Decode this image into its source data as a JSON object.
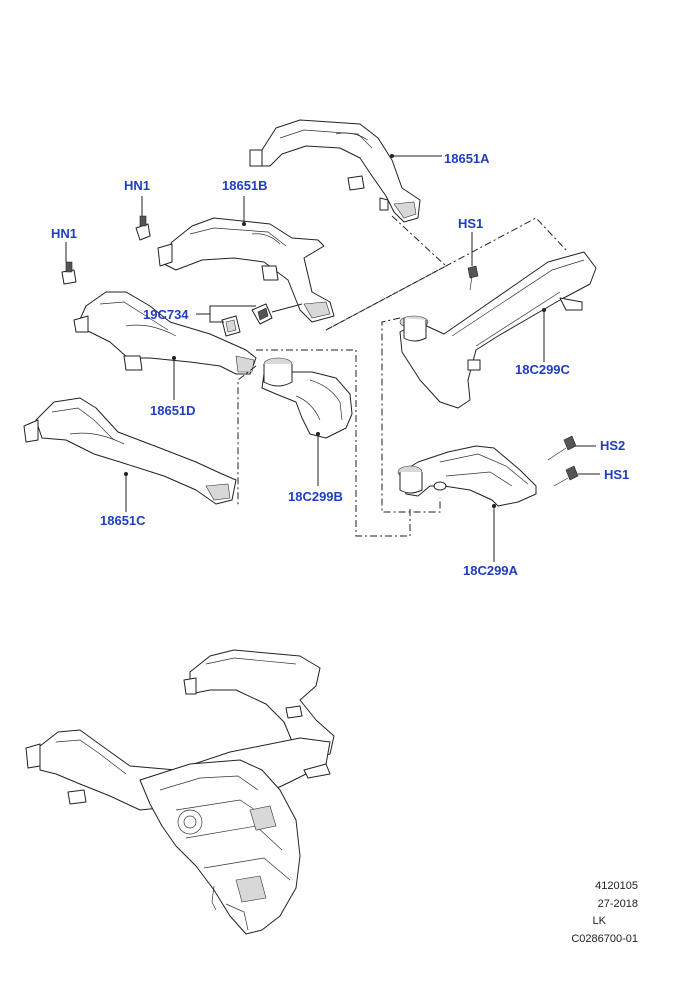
{
  "callouts": {
    "hn1_top": "HN1",
    "p18651b": "18651B",
    "p18651a": "18651A",
    "hn1_left": "HN1",
    "hs1_upper": "HS1",
    "p19c734": "19C734",
    "p18651d": "18651D",
    "p18c299c": "18C299C",
    "p18c299b": "18C299B",
    "p18651c": "18651C",
    "hs2": "HS2",
    "hs1_lower": "HS1",
    "p18c299a": "18C299A"
  },
  "footer": {
    "line1": "4120105",
    "line2": "27-2018",
    "line3": "LK",
    "line4": "C0286700-01"
  },
  "colors": {
    "callout": "#1f3fbf",
    "linework": "#222222"
  }
}
